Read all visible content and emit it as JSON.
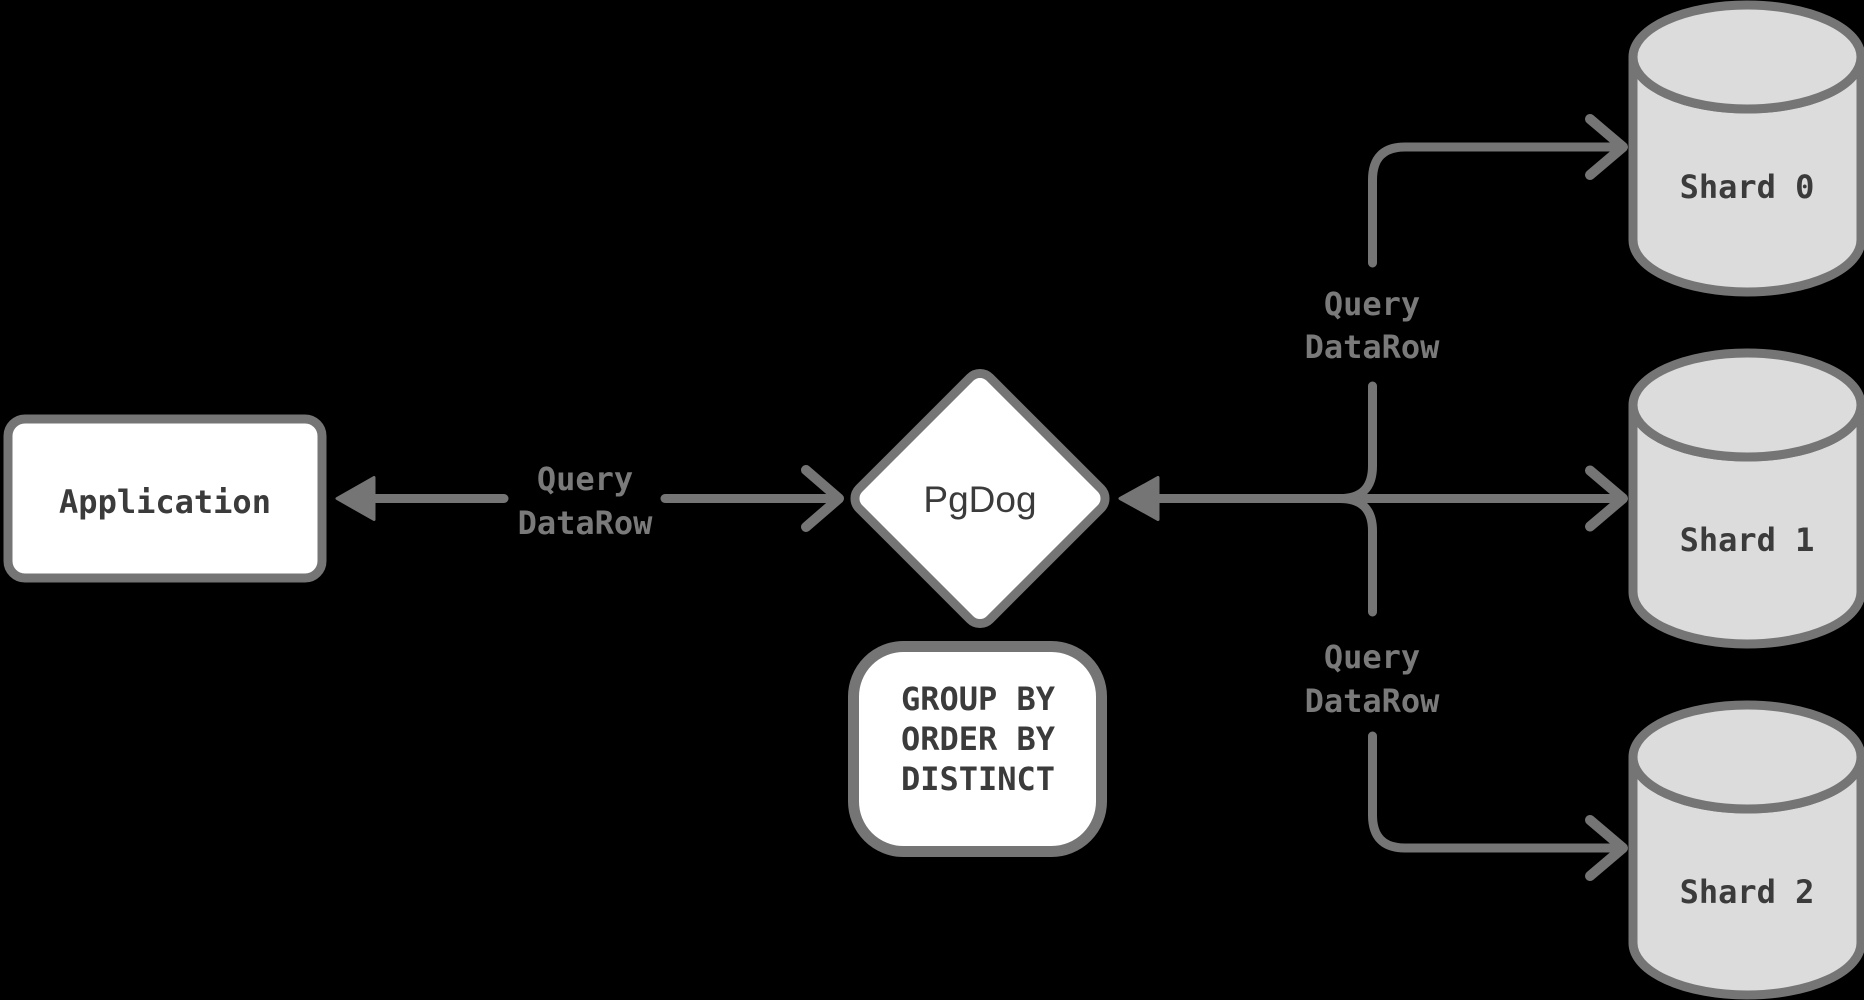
{
  "title": "PgDog cross-shard query flow diagram",
  "colors": {
    "stroke": "#757575",
    "node_fill": "#ffffff",
    "cylinder_fill": "#dcdcdc",
    "dark_text": "#3b3b3b",
    "label_text": "#7a7a7a",
    "background": "#000000"
  },
  "nodes": {
    "application": {
      "label": "Application",
      "shape": "rounded-rectangle"
    },
    "pgdog": {
      "label": "PgDog",
      "shape": "diamond"
    },
    "operations": {
      "shape": "rounded-pill",
      "lines": [
        "GROUP BY",
        "ORDER BY",
        "DISTINCT"
      ]
    },
    "shards": [
      {
        "label": "Shard 0",
        "shape": "database-cylinder"
      },
      {
        "label": "Shard 1",
        "shape": "database-cylinder"
      },
      {
        "label": "Shard 2",
        "shape": "database-cylinder"
      }
    ]
  },
  "edges": {
    "app_pgdog_label": {
      "line1": "Query",
      "line2": "DataRow"
    },
    "shards_top_label": {
      "line1": "Query",
      "line2": "DataRow"
    },
    "shards_bottom_label": {
      "line1": "Query",
      "line2": "DataRow"
    }
  }
}
